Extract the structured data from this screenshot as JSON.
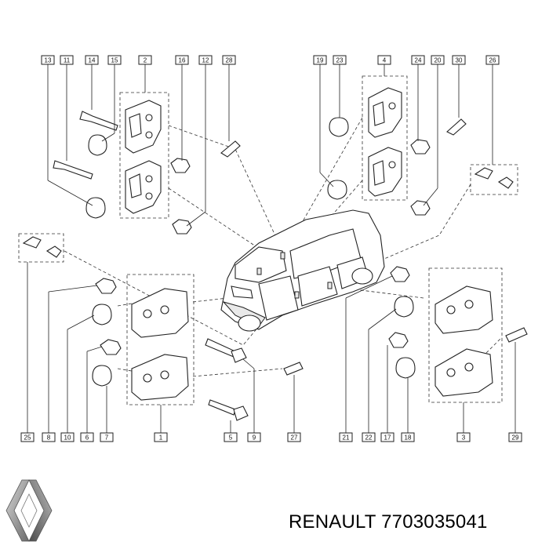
{
  "brand": {
    "name": "RENAULT",
    "part_number": "7703035041"
  },
  "callouts": {
    "c13": "13",
    "c11": "11",
    "c14": "14",
    "c15": "15",
    "c2": "2",
    "c16": "16",
    "c12": "12",
    "c28": "28",
    "c19": "19",
    "c23": "23",
    "c4": "4",
    "c24": "24",
    "c20": "20",
    "c30": "30",
    "c26": "26",
    "c25": "25",
    "c8": "8",
    "c10": "10",
    "c6": "6",
    "c7": "7",
    "c1": "1",
    "c5": "5",
    "c9": "9",
    "c27": "27",
    "c21": "21",
    "c22": "22",
    "c17": "17",
    "c18": "18",
    "c3": "3",
    "c29": "29"
  },
  "icons": {
    "logo": "renault-diamond-logo"
  }
}
